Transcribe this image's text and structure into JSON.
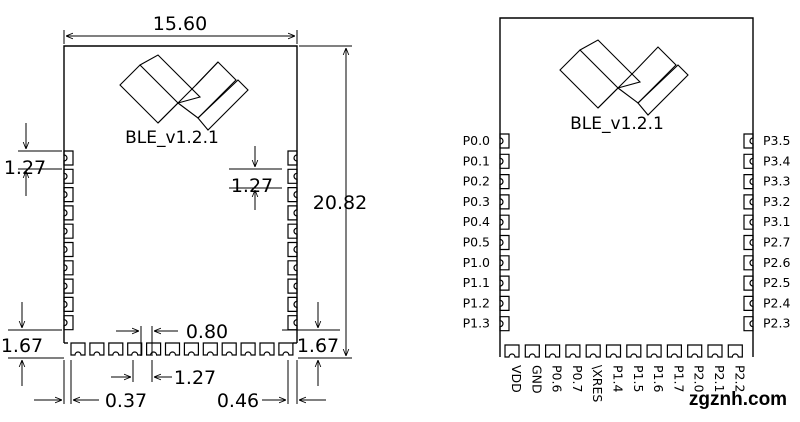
{
  "left_drawing": {
    "label": "BLE_v1.2.1",
    "dimensions": {
      "width": "15.60",
      "height": "20.82",
      "pitch_left": "1.27",
      "pitch_right": "1.27",
      "bottom_left_edge": "1.67",
      "bottom_right_edge": "1.67",
      "pad_gap": "0.80",
      "bottom_pitch": "1.27",
      "left_offset": "0.37",
      "right_offset": "0.46"
    }
  },
  "right_drawing": {
    "label": "BLE_v1.2.1",
    "left_pins": [
      "P0.0",
      "P0.1",
      "P0.2",
      "P0.3",
      "P0.4",
      "P0.5",
      "P1.0",
      "P1.1",
      "P1.2",
      "P1.3"
    ],
    "right_pins": [
      "P3.5",
      "P3.4",
      "P3.3",
      "P3.2",
      "P3.1",
      "P2.7",
      "P2.6",
      "P2.5",
      "P2.4",
      "P2.3"
    ],
    "bottom_pins": [
      "VDD",
      "GND",
      "P0.6",
      "P0.7",
      "\\XRES",
      "P1.4",
      "P1.5",
      "P1.6",
      "P1.7",
      "P2.0",
      "P2.1",
      "P2.2"
    ]
  },
  "watermark": "zgznh.com"
}
